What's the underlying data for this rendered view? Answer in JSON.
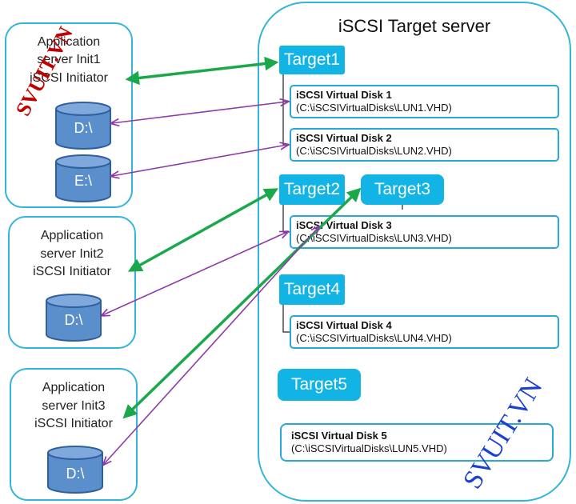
{
  "server": {
    "title": "iSCSI Target server"
  },
  "initiators": [
    {
      "line1": "Application",
      "line2": "server Init1",
      "role": "iSCSI Initiator",
      "drives": [
        "D:\\",
        "E:\\"
      ]
    },
    {
      "line1": "Application",
      "line2": "server Init2",
      "role": "iSCSI Initiator",
      "drives": [
        "D:\\"
      ]
    },
    {
      "line1": "Application",
      "line2": "server Init3",
      "role": "iSCSI Initiator",
      "drives": [
        "D:\\"
      ]
    }
  ],
  "targets": [
    "Target1",
    "Target2",
    "Target3",
    "Target4",
    "Target5"
  ],
  "disks": [
    {
      "name": "iSCSI Virtual Disk 1",
      "path": "(C:\\iSCSIVirtualDisks\\LUN1.VHD)"
    },
    {
      "name": "iSCSI Virtual Disk 2",
      "path": "(C:\\iSCSIVirtualDisks\\LUN2.VHD)"
    },
    {
      "name": "iSCSI Virtual Disk 3",
      "path": "(C:\\iSCSIVirtualDisks\\LUN3.VHD)"
    },
    {
      "name": "iSCSI Virtual Disk 4",
      "path": "(C:\\iSCSIVirtualDisks\\LUN4.VHD)"
    },
    {
      "name": "iSCSI Virtual Disk 5",
      "path": "(C:\\iSCSIVirtualDisks\\LUN5.VHD)"
    }
  ],
  "watermarks": [
    "SVUIT.VN",
    "SVUIT.VN"
  ],
  "colors": {
    "box_border": "#33b5d9",
    "target_fill": "#11b4e5",
    "green_link": "#1aa84a",
    "purple_link": "#8e3aa8",
    "drive_fill": "#5b8fcc"
  }
}
